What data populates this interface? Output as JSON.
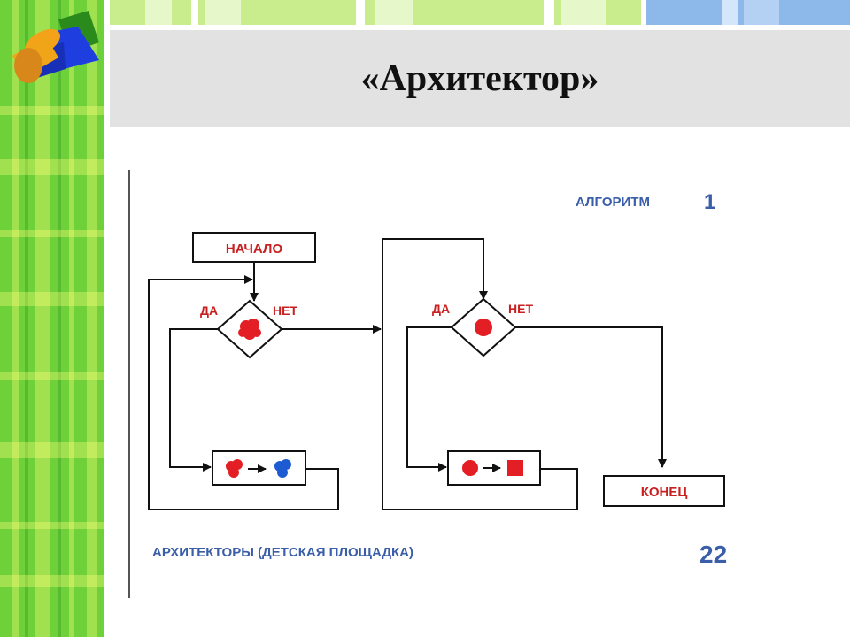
{
  "title": "«Архитектор»",
  "diagram": {
    "algorithm_label": "АЛГОРИТМ",
    "algorithm_number": "1",
    "start_label": "НАЧАЛО",
    "end_label": "КОНЕЦ",
    "decision1": {
      "yes": "ДА",
      "no": "НЕТ"
    },
    "decision2": {
      "yes": "ДА",
      "no": "НЕТ"
    },
    "caption": "АРХИТЕКТОРЫ (ДЕТСКАЯ ПЛОЩАДКА)",
    "page_number": "22"
  },
  "colors": {
    "sidebar_green": "#6fd13a",
    "title_bar": "#e2e2e2",
    "stripe_green": "#c9ec8c",
    "stripe_blue": "#8cb8ea",
    "diagram_red": "#e31e24",
    "diagram_blue": "#1c5bd1",
    "diagram_text_blue": "#3a5ea8",
    "diagram_text_red": "#c82020"
  }
}
